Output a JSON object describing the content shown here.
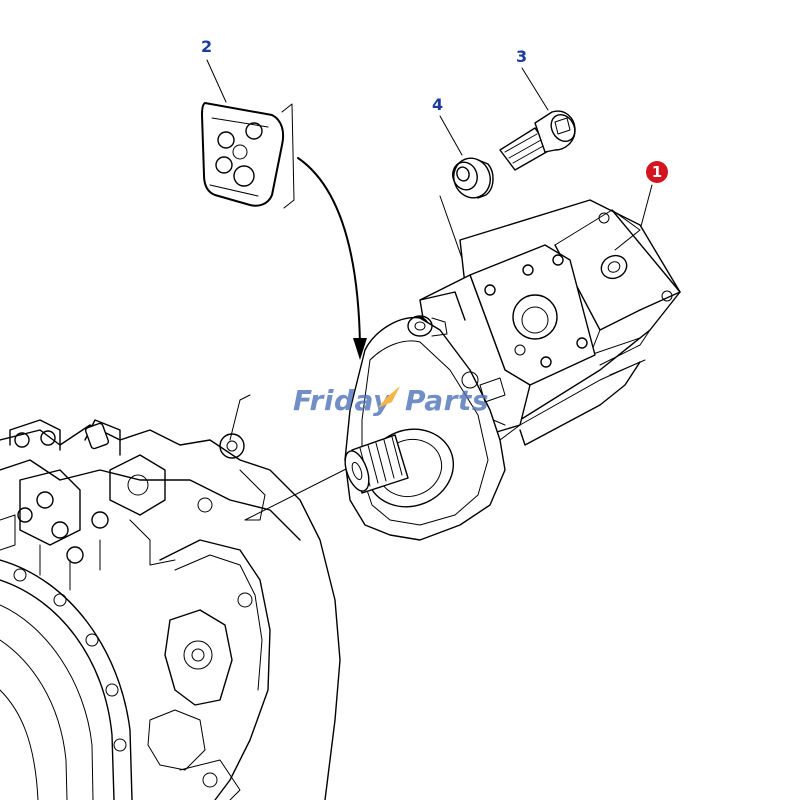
{
  "diagram": {
    "callouts": {
      "part_1": "1",
      "part_2": "2",
      "part_3": "3",
      "part_4": "4"
    },
    "watermark_left": "Friday",
    "watermark_right": "Parts",
    "colors": {
      "callout_text": "#1a3a9c",
      "badge_fill": "#d4141e",
      "watermark": "#4f73b8",
      "watermark_accent": "#f3a51c",
      "line": "#000000",
      "background": "#ffffff"
    }
  }
}
